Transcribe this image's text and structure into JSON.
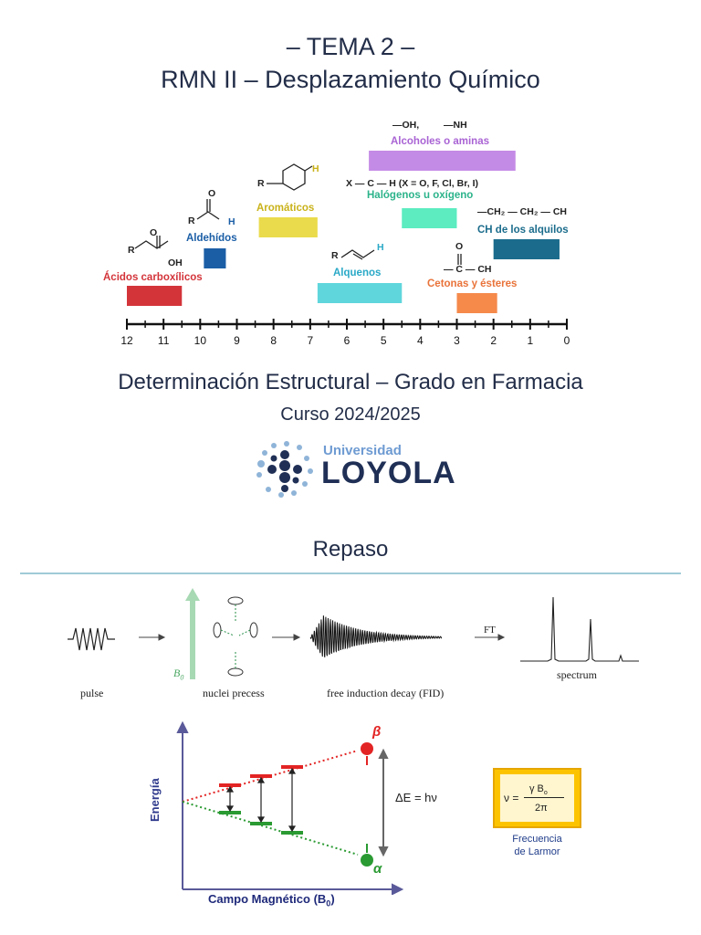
{
  "header": {
    "line1": "– TEMA 2 –",
    "line2": "RMN II – Desplazamiento Químico"
  },
  "chart_data": {
    "type": "range_bar",
    "x_axis": {
      "ticks": [
        "12",
        "11",
        "10",
        "9",
        "8",
        "7",
        "6",
        "5",
        "4",
        "3",
        "2",
        "1",
        "0"
      ],
      "lim": [
        12,
        0
      ]
    },
    "ranges": [
      {
        "name": "Ácidos carboxílicos",
        "from": 12,
        "to": 10.5,
        "color": "#d3343a"
      },
      {
        "name": "Aldehídos",
        "from": 9.9,
        "to": 9.3,
        "color": "#1b5ea6"
      },
      {
        "name": "Aromáticos",
        "from": 8.4,
        "to": 6.8,
        "color": "#eadb4c"
      },
      {
        "name": "Alquenos",
        "from": 6.8,
        "to": 4.5,
        "color": "#5fd6dc"
      },
      {
        "name": "Alcoholes o aminas",
        "from": 5.4,
        "to": 1.4,
        "color": "#c48be6"
      },
      {
        "name": "Halógenos u oxígeno",
        "from": 4.5,
        "to": 3.0,
        "color": "#5cecc0"
      },
      {
        "name": "Cetonas y ésteres",
        "from": 3.0,
        "to": 1.9,
        "color": "#f58a4b"
      },
      {
        "name": "CH de los alquilos",
        "from": 2.0,
        "to": 0.2,
        "color": "#1b6c8c"
      }
    ],
    "label_colors": {
      "acidos": "#d3343a",
      "aldehidos": "#1b5ea6",
      "aromaticos": "#c9b21a",
      "alquenos": "#2aa9c7",
      "alcoholes": "#a963d4",
      "halogenos": "#2bb38a",
      "cetonas": "#e9733a",
      "alquilos": "#1b6c8c"
    },
    "structures": {
      "alcohol_amine": [
        "—OH,",
        "—NH"
      ],
      "halogen": "X — C — H (X = O, F, Cl, Br, I)",
      "alkyl": "—CH₂ — CH₂ — CH",
      "ketone": "— C — CH",
      "ketone_o": "O",
      "aldehyde_h": "H",
      "aldehyde_r": "R",
      "aldehyde_o": "O",
      "acid_o": "O",
      "acid_oh": "OH",
      "acid_r": "R",
      "arom_r": "R",
      "arom_h": "H",
      "alkene_r": "R",
      "alkene_h": "H"
    }
  },
  "course": {
    "subject": "Determinación Estructural – Grado en Farmacia",
    "year": "Curso 2024/2025"
  },
  "logo": {
    "word1": "Universidad",
    "word2": "LOYOLA"
  },
  "section": {
    "title": "Repaso"
  },
  "nmr_process": {
    "pulse": "pulse",
    "b0": "B",
    "b0_sub": "0",
    "nuclei": "nuclei precess",
    "fid": "free induction decay (FID)",
    "ft": "FT",
    "spectrum": "spectrum"
  },
  "energy_diagram": {
    "y_label": "Energía",
    "x_label": "Campo Magnético (B",
    "x_label_sub": "0",
    "x_label_end": ")",
    "beta": "β",
    "alpha": "α",
    "delta_e": "ΔE = hν"
  },
  "larmor": {
    "nu": "ν =",
    "numerator": "γ B",
    "numerator_sub": "o",
    "denominator": "2π",
    "caption1": "Frecuencia",
    "caption2": "de Larmor"
  }
}
